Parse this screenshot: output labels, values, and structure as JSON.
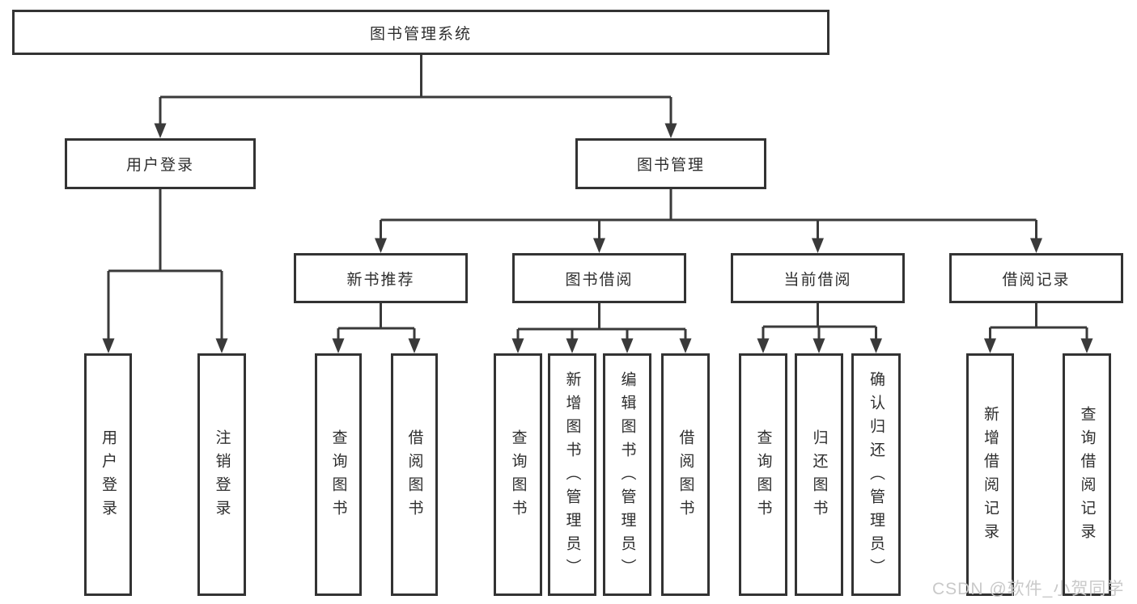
{
  "tree": {
    "root": "图书管理系统",
    "branches": [
      {
        "label": "用户登录",
        "leaves": [
          "用户登录",
          "注销登录"
        ]
      },
      {
        "label": "图书管理",
        "groups": [
          {
            "label": "新书推荐",
            "leaves": [
              "查询图书",
              "借阅图书"
            ]
          },
          {
            "label": "图书借阅",
            "leaves": [
              "查询图书",
              "新增图书（管理员）",
              "编辑图书（管理员）",
              "借阅图书"
            ]
          },
          {
            "label": "当前借阅",
            "leaves": [
              "查询图书",
              "归还图书",
              "确认归还（管理员）"
            ]
          },
          {
            "label": "借阅记录",
            "leaves": [
              "新增借阅记录",
              "查询借阅记录"
            ]
          }
        ]
      }
    ]
  },
  "watermark": {
    "text": "CSDN @软件_小贺同学"
  },
  "colors": {
    "line": "#3a3a3a",
    "box_border": "#333333",
    "text": "#2e2e2e",
    "watermark": "#c9c9c9",
    "background": "#ffffff"
  }
}
